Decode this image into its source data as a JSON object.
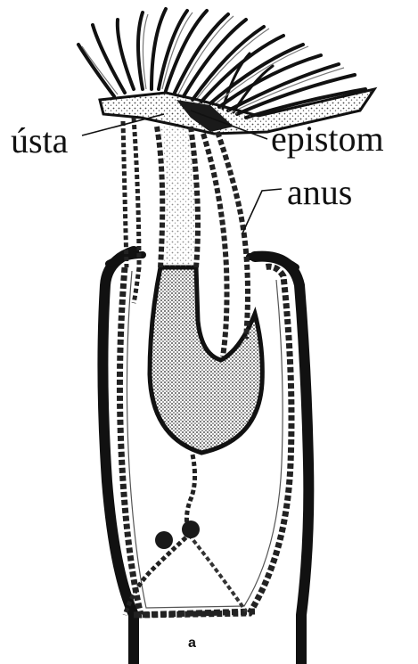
{
  "labels": {
    "mouth": "ústa",
    "epistome": "epistom",
    "anus": "anus",
    "figure_letter": "a"
  },
  "colors": {
    "ink": "#111111",
    "paper": "#ffffff",
    "stipple": "#444444"
  }
}
